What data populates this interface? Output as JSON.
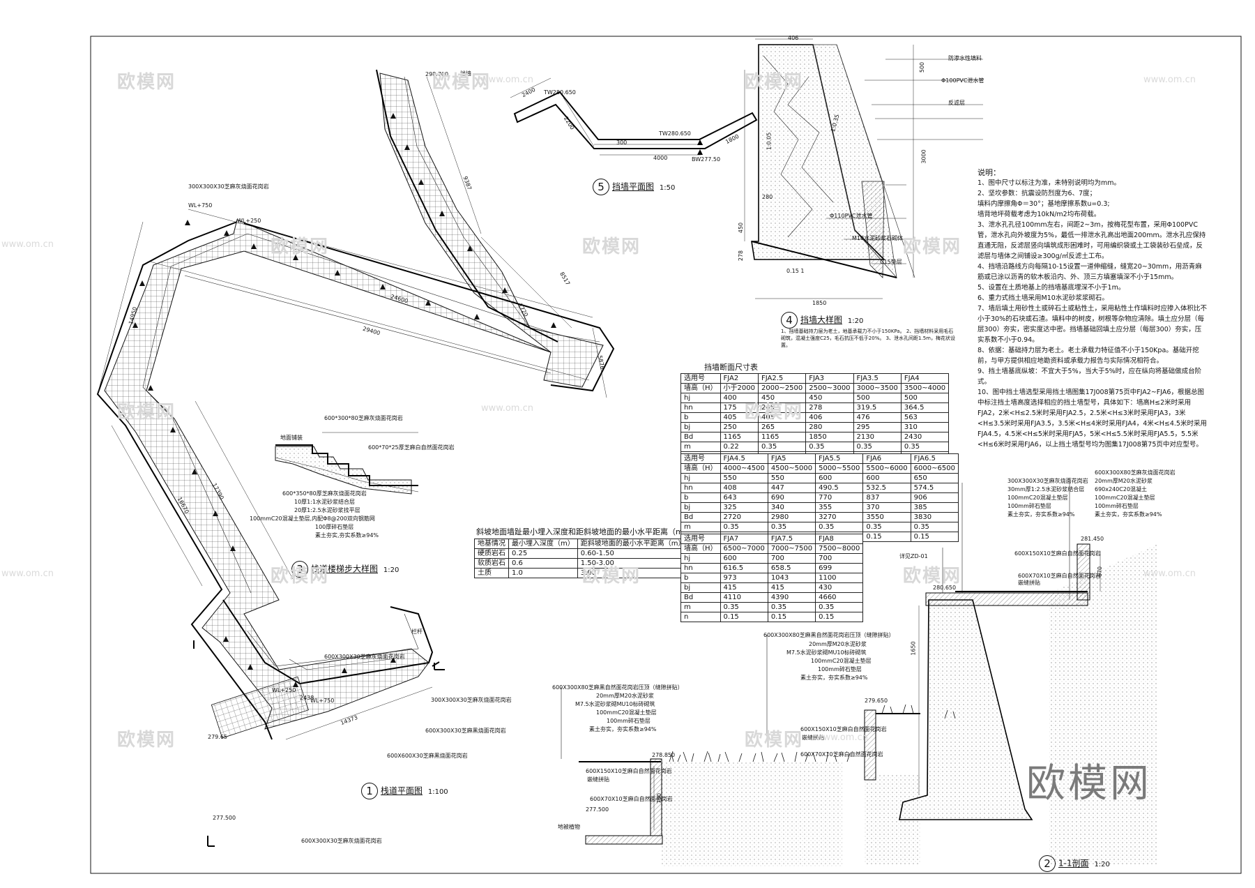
{
  "views": {
    "plan1": {
      "num": "1",
      "title": "栈道平面图",
      "scale": "1:100"
    },
    "section2": {
      "num": "2",
      "title": "1-1剖面",
      "scale": "1:20"
    },
    "stair3": {
      "num": "3",
      "title": "栈道楼梯步大样图",
      "scale": "1:20"
    },
    "detail4": {
      "num": "4",
      "title": "挡墙大样图",
      "scale": "1:20"
    },
    "plan5": {
      "num": "5",
      "title": "挡墙平面图",
      "scale": "1:50"
    }
  },
  "plan1_labels": {
    "paving_a": "300X300X30芝麻灰烧面花岗岩",
    "paving_b": "600X300X30芝麻灰烧面花岗岩",
    "paving_c": "600X600X30芝麻黑烧面花岗岩",
    "paving_d": "600X300X30芝麻黑烧面花岗岩",
    "wl_a": "WL+250",
    "wl_b": "WL+750",
    "elev_a": "298.700",
    "elev_b": "277.500",
    "elev_c": "279.65",
    "dim_a": "14950",
    "dim_b": "24600",
    "dim_c": "29400",
    "dim_d": "17390",
    "dim_e": "16670",
    "dim_f": "14373",
    "dim_g": "2438",
    "dim_h": "9387",
    "dim_i": "8517",
    "dim_j": "7720",
    "dim_k": "5876",
    "label_wall": "挡墙",
    "label_rail": "栏杆"
  },
  "plan5_labels": {
    "tw": "TW280.650",
    "bw": "BW277.50",
    "d1": "2400",
    "d2": "2200",
    "d3": "4000",
    "d4": "1800",
    "d5": "300",
    "tw2": "TW280.650"
  },
  "detail4_labels": {
    "top": "406",
    "base": "1850",
    "h1": "500",
    "h2": "3000",
    "h3": "450",
    "h4": "278",
    "h5": "280",
    "pipe_a": "Φ100PVC泄水管",
    "pipe_b": "Φ110PVC泄水管",
    "layer_a": "防渗水性填料",
    "layer_b": "反滤层",
    "layer_c": "C15垫层",
    "layer_d": "M10水泥砂浆石砌体",
    "slope": "0.15 1",
    "slope_b": "1:0.35",
    "slope_c": "1:0.05",
    "notes": "1、挡墙基础持力层为老土，地基承载力不小于150KPa。 2、挡墙材料采用毛石砌筑，混凝土强度C25，毛石抗压不低于20%。 3、泄水孔间距1.5m，梅花状设置。"
  },
  "stair3_labels": {
    "a": "600*300*80芝麻灰烧面花岗岩",
    "b": "600*70*25厚芝麻白自然面花岗岩",
    "c": "600*350*80厚芝麻灰烧面花岗岩",
    "d": "10厚1:1水泥砂浆结合层",
    "e": "20厚1:2.5水泥砂浆找平层",
    "f": "100mmC20混凝土垫层,内配Φ8@200双向钢筋网",
    "g": "100厚碎石垫层",
    "h": "素土夯实,夯实系数≥94%",
    "i": "地面铺装"
  },
  "table_slope": {
    "title": "斜坡地面墙趾最小埋入深度和距斜坡地面的最小水平距离（m）",
    "header": [
      "地基情况",
      "最小埋入深度（m）",
      "距斜坡地面的最小水平距离（m）"
    ],
    "rows": [
      [
        "硬质岩石",
        "0.25",
        "0.60-1.50"
      ],
      [
        "软质岩石",
        "0.6",
        "1.50-3.00"
      ],
      [
        "土质",
        "1.0",
        "3.00"
      ]
    ]
  },
  "table_section": {
    "title": "挡墙断面尺寸表",
    "blocks": [
      {
        "header": [
          "选用号",
          "FJA2",
          "FJA2.5",
          "FJA3",
          "FJA3.5",
          "FJA4"
        ],
        "range": [
          "墙高（H）",
          "小于2000",
          "2000~2500",
          "2500~3000",
          "3000~3500",
          "3500~4000"
        ],
        "rows": [
          [
            "hj",
            "400",
            "450",
            "450",
            "500",
            "500"
          ],
          [
            "hn",
            "175",
            "245",
            "278",
            "319.5",
            "364.5"
          ],
          [
            "b",
            "405",
            "405",
            "406",
            "476",
            "563"
          ],
          [
            "bj",
            "250",
            "265",
            "280",
            "295",
            "310"
          ],
          [
            "Bd",
            "1165",
            "1165",
            "1850",
            "2130",
            "2430"
          ],
          [
            "m",
            "0.22",
            "0.35",
            "0.35",
            "0.35",
            "0.35"
          ],
          [
            "n",
            "0.15",
            "0.15",
            "0.15",
            "0.15",
            "0.15"
          ]
        ]
      },
      {
        "header": [
          "选用号",
          "FJA4.5",
          "FJA5",
          "FJA5.5",
          "FJA6",
          "FJA6.5"
        ],
        "range": [
          "墙高（H）",
          "4000~4500",
          "4500~5000",
          "5000~5500",
          "5500~6000",
          "6000~6500"
        ],
        "rows": [
          [
            "hj",
            "550",
            "550",
            "600",
            "600",
            "650"
          ],
          [
            "hn",
            "408",
            "447",
            "490.5",
            "532.5",
            "574.5"
          ],
          [
            "b",
            "643",
            "690",
            "770",
            "837",
            "906"
          ],
          [
            "bj",
            "325",
            "340",
            "355",
            "370",
            "385"
          ],
          [
            "Bd",
            "2720",
            "2980",
            "3270",
            "3550",
            "3830"
          ],
          [
            "m",
            "0.35",
            "0.35",
            "0.35",
            "0.35",
            "0.35"
          ],
          [
            "n",
            "0.15",
            "0.15",
            "0.15",
            "0.15",
            "0.15"
          ]
        ]
      },
      {
        "header": [
          "选用号",
          "FJA7",
          "FJA7.5",
          "FJA8"
        ],
        "range": [
          "墙高（H）",
          "6500~7000",
          "7000~7500",
          "7500~8000"
        ],
        "rows": [
          [
            "hj",
            "600",
            "700",
            "700"
          ],
          [
            "hn",
            "616.5",
            "658.5",
            "699"
          ],
          [
            "b",
            "973",
            "1043",
            "1100"
          ],
          [
            "bj",
            "415",
            "415",
            "430"
          ],
          [
            "Bd",
            "4110",
            "4390",
            "4660"
          ],
          [
            "m",
            "0.35",
            "0.35",
            "0.35"
          ],
          [
            "n",
            "0.15",
            "0.15",
            "0.15"
          ]
        ]
      }
    ]
  },
  "notes": {
    "heading": "说明：",
    "items": [
      "1、图中尺寸以标注为准，未特别说明均为mm。",
      "2、坚坎参数：抗震设防烈度为6、7度；",
      "填料内摩擦角Φ＝30°；基地摩擦系数u=0.3;",
      "墙背地坪荷载考虑为10kN/m2均布荷载。",
      "3、泄水孔孔径100mm左右，间距2~3m，按梅花型布置，采用Φ100PVC管，泄水孔向外坡度为5%，最低一排泄水孔高出地面200mm。泄水孔应保持直通无阻，反滤层竖向填筑成形困难时，可用编织袋或土工袋装砂石垒成，反滤层与墙体之间铺设≥300g/㎡反滤土工布。",
      "4、挡墙沿路线方向每隔10-15设置一道伸缩缝，缝宽20~30mm，用沥青麻筋或已涂以沥青的软木板沿内、外、顶三方填塞填深不小于15mm。",
      "5、设置在土质地基上的挡墙基底埋深不小于1m。",
      "6、重力式挡土墙采用M10水泥砂浆浆砌石。",
      "7、墙后填土用砂性土或碎石土或粘性土，采用粘性土作填料时应掺入体积比不小于30%的石块或石渣。填料中的树皮，树根等杂物应清除。填土应分层（每层300）夯实，密实度达中密。挡墙基础回填土应分层（每层300）夯实，压实系数不小于0.94。",
      "8、依据：基础持力层为老土。老土承载力特征值不小于150Kpa。基础开挖前，与甲方提供相应地勘资料或承载力报告与实际情况相符合。",
      "9、挡土墙基底纵坡：不宜大于5%，当大于5%时，应在纵向将基础做成台阶式。",
      "10、图中挡土墙选型采用挡土墙图集17J008第75页中FJA2~FJA6，根据总图中标注挡土墙高度选择相应的挡土墙型号，具体如下：墙高H≤2米时采用FJA2，2米<H≤2.5米时采用FJA2.5，2.5米<H≤3米时采用FJA3，3米<H≤3.5米时采用FJA3.5，3.5米<H≤4米时采用FJA4，4米<H≤4.5米时采用FJA4.5，4.5米<H≤5米时采用FJA5，5米<H≤5.5米时采用FJA5.5，5.5米<H≤6米时采用FJA6，以上挡土墙型号均为图集17J008第75页中对应型号。"
    ]
  },
  "section2_labels": {
    "a": "600X300X80芝麻灰烧面花岗岩",
    "b": "20mm厚M20水泥砂浆",
    "c": "690x240C20混凝土",
    "d": "100mmC20混凝土垫层",
    "e": "100mm碎石垫层",
    "f": "素土夯实，夯实系数≥94%",
    "g": "300X300X30芝麻灰烧面花岗岩",
    "h": "30mm厚1:2.5水泥砂浆结合层",
    "i": "600X150X10芝麻白自然面花岗岩",
    "j": "600X70X10芝麻白自然面花岗岩",
    "k": "M7.5水泥砂浆砌MU10标砖砌筑",
    "l": "600X300X80芝麻黑自然面花岗岩压顶（缝隙拼贴）",
    "m": "嵌缝拼贴",
    "elev_a": "281.450",
    "elev_b": "280.650",
    "elev_c": "278.850",
    "elev_d": "277.500",
    "elev_e": "279.650",
    "dim_a": "1650",
    "dim_b": "750",
    "dim_c": "670",
    "ref": "详见ZD-01",
    "grass": "地被植物"
  },
  "watermark": {
    "text": "欧模网",
    "url": "www.om.cn",
    "brand": "欧模网"
  }
}
